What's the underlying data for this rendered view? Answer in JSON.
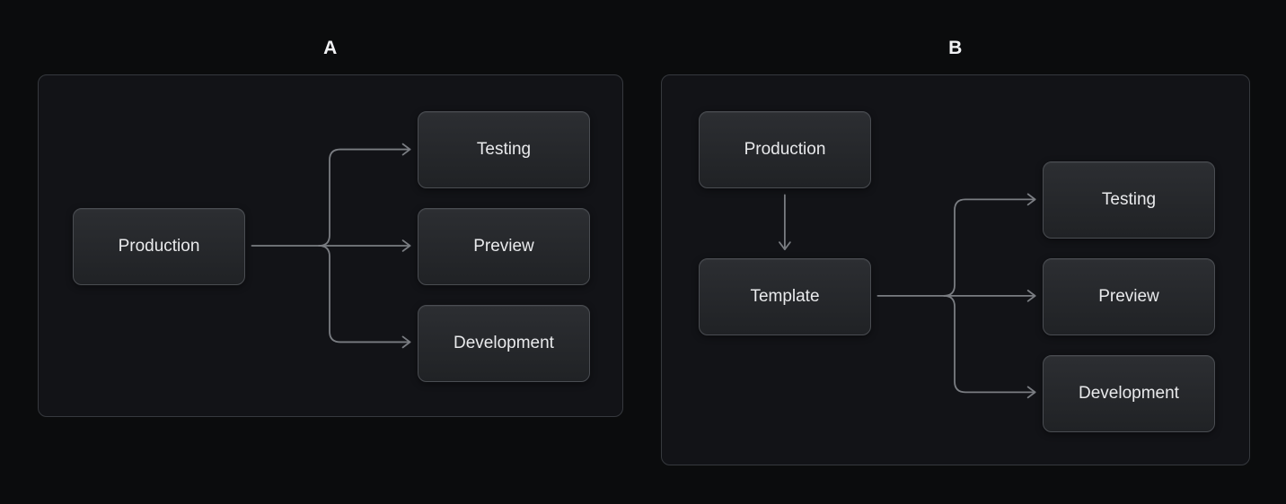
{
  "colors": {
    "page_background": "#0b0c0d",
    "panel_background": "#121317",
    "panel_border": "#36393e",
    "node_background_top": "#2c2e32",
    "node_background_bottom": "#202225",
    "node_border": "#4a4d52",
    "node_text": "#e9eaec",
    "connector_line": "#7a7d82",
    "title_text": "#f2f3f5"
  },
  "diagrams": [
    {
      "label": "A",
      "nodes": [
        {
          "id": "production",
          "label": "Production"
        },
        {
          "id": "testing",
          "label": "Testing"
        },
        {
          "id": "preview",
          "label": "Preview"
        },
        {
          "id": "development",
          "label": "Development"
        }
      ],
      "edges": [
        {
          "from": "production",
          "to": "testing"
        },
        {
          "from": "production",
          "to": "preview"
        },
        {
          "from": "production",
          "to": "development"
        }
      ]
    },
    {
      "label": "B",
      "nodes": [
        {
          "id": "production",
          "label": "Production"
        },
        {
          "id": "template",
          "label": "Template"
        },
        {
          "id": "testing",
          "label": "Testing"
        },
        {
          "id": "preview",
          "label": "Preview"
        },
        {
          "id": "development",
          "label": "Development"
        }
      ],
      "edges": [
        {
          "from": "production",
          "to": "template"
        },
        {
          "from": "template",
          "to": "testing"
        },
        {
          "from": "template",
          "to": "preview"
        },
        {
          "from": "template",
          "to": "development"
        }
      ]
    }
  ]
}
